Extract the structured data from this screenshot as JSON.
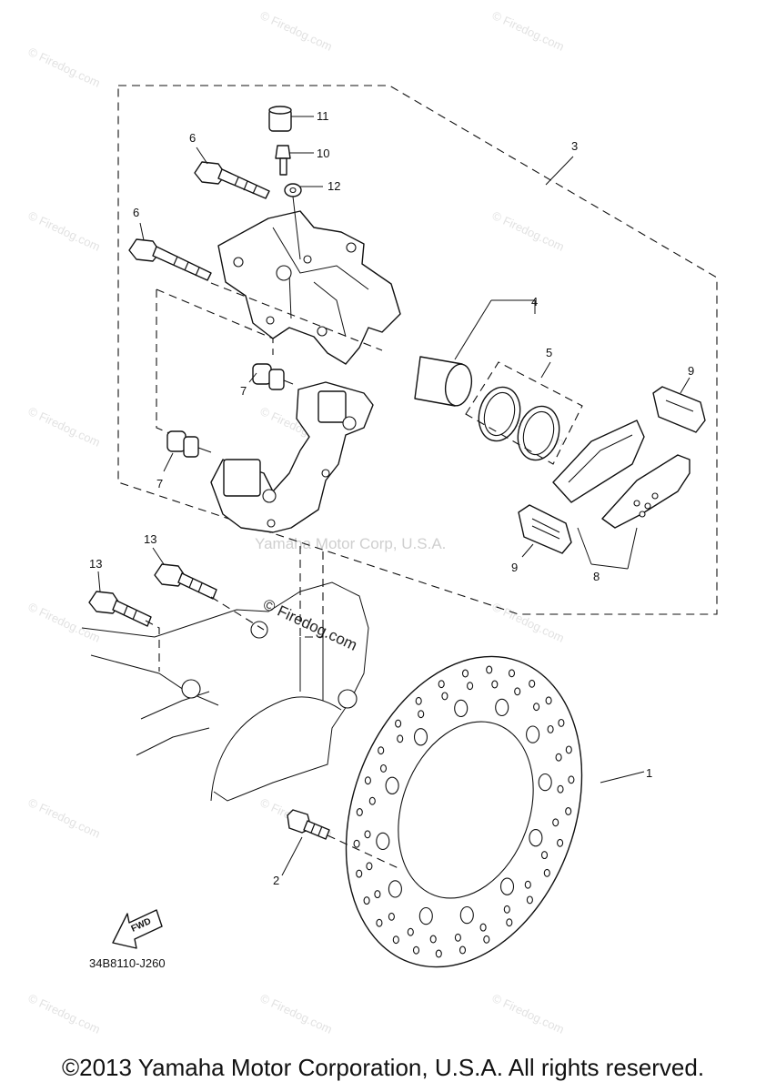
{
  "watermark": {
    "text": "© Firedog.com",
    "mid_text": "Yamaha Motor Corp, U.S.A."
  },
  "callouts": [
    {
      "id": "1",
      "label": "1"
    },
    {
      "id": "2",
      "label": "2"
    },
    {
      "id": "3",
      "label": "3"
    },
    {
      "id": "4",
      "label": "4"
    },
    {
      "id": "5",
      "label": "5"
    },
    {
      "id": "6a",
      "label": "6"
    },
    {
      "id": "6b",
      "label": "6"
    },
    {
      "id": "7a",
      "label": "7"
    },
    {
      "id": "7b",
      "label": "7"
    },
    {
      "id": "8",
      "label": "8"
    },
    {
      "id": "9a",
      "label": "9"
    },
    {
      "id": "9b",
      "label": "9"
    },
    {
      "id": "10",
      "label": "10"
    },
    {
      "id": "11",
      "label": "11"
    },
    {
      "id": "12",
      "label": "12"
    },
    {
      "id": "13a",
      "label": "13"
    },
    {
      "id": "13b",
      "label": "13"
    }
  ],
  "fwd_label": "FWD",
  "diagram_code": "34B8110-J260",
  "copyright": "©2013 Yamaha Motor Corporation, U.S.A. All rights reserved.",
  "colors": {
    "line": "#111111",
    "watermark": "#e2e2e2"
  }
}
